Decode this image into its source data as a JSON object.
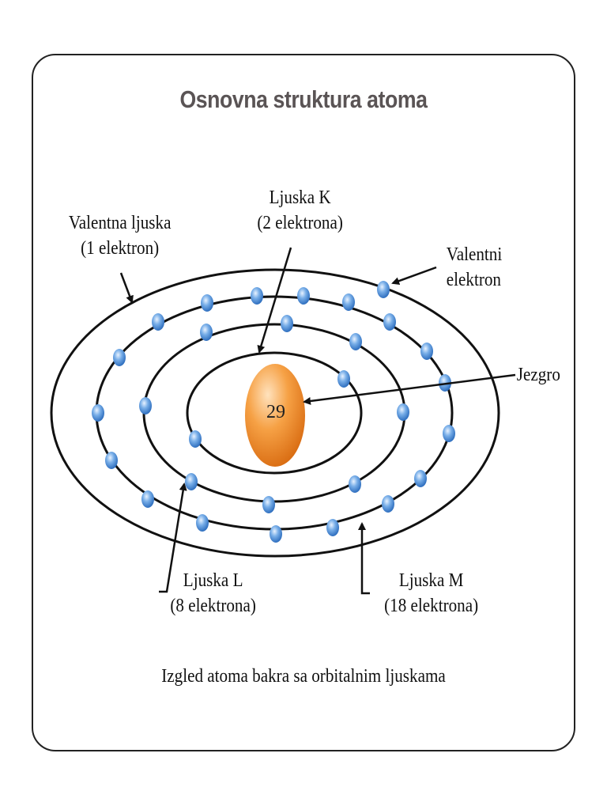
{
  "title": "Osnovna struktura atoma",
  "labels": {
    "valence_shell": [
      "Valentna ljuska",
      "(1 elektron)"
    ],
    "shell_k": [
      "Ljuska K",
      "(2 elektrona)"
    ],
    "valence_electron": [
      "Valentni",
      "elektron"
    ],
    "nucleus": "Jezgro",
    "shell_l": [
      "Ljuska L",
      "(8 elektrona)"
    ],
    "shell_m": [
      "Ljuska M",
      "(18 elektrona)"
    ]
  },
  "nucleus_number": "29",
  "caption": "Izgled atoma bakra sa orbitalnim ljuskama",
  "colors": {
    "nucleus": "#f08a25",
    "electron": "#4f8fd6",
    "title": "#5a5455"
  }
}
